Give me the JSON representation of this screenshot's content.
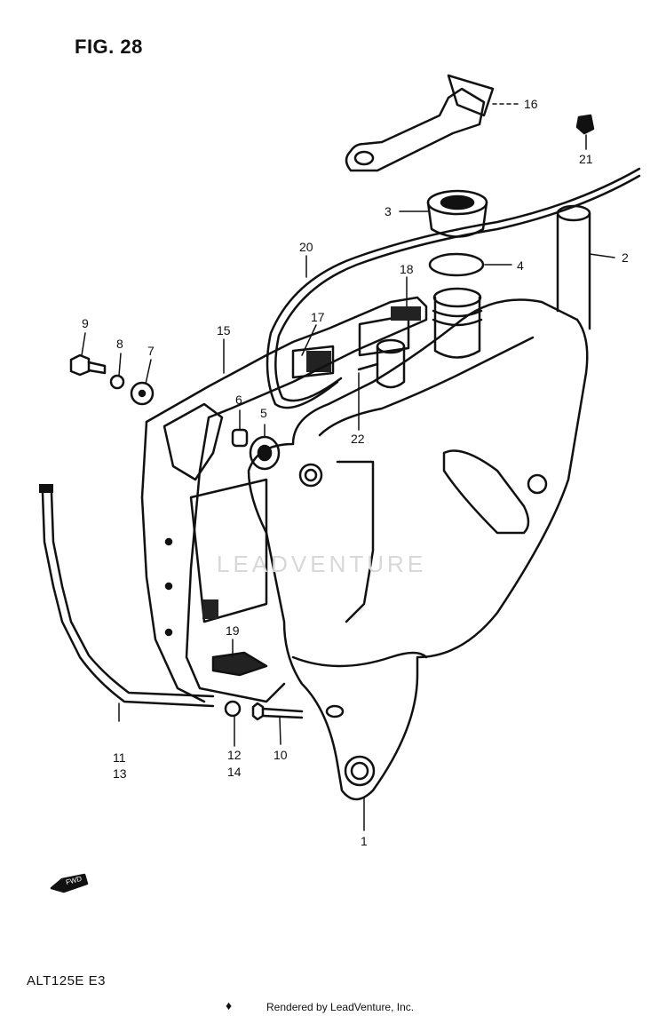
{
  "figure": {
    "title": "FIG. 28"
  },
  "model_code": "ALT125E E3",
  "footer": {
    "rendered_by": "Rendered by LeadVenture, Inc."
  },
  "watermark": "LEADVENTURE",
  "fwd_label": "FWD",
  "callouts": [
    {
      "id": "c1",
      "text": "1"
    },
    {
      "id": "c2",
      "text": "2"
    },
    {
      "id": "c3",
      "text": "3"
    },
    {
      "id": "c4",
      "text": "4"
    },
    {
      "id": "c5",
      "text": "5"
    },
    {
      "id": "c6",
      "text": "6"
    },
    {
      "id": "c7",
      "text": "7"
    },
    {
      "id": "c8",
      "text": "8"
    },
    {
      "id": "c9",
      "text": "9"
    },
    {
      "id": "c10",
      "text": "10"
    },
    {
      "id": "c11",
      "text": "11"
    },
    {
      "id": "c12",
      "text": "12"
    },
    {
      "id": "c13",
      "text": "13"
    },
    {
      "id": "c14",
      "text": "14"
    },
    {
      "id": "c15",
      "text": "15"
    },
    {
      "id": "c16",
      "text": "16"
    },
    {
      "id": "c17",
      "text": "17"
    },
    {
      "id": "c18",
      "text": "18"
    },
    {
      "id": "c19",
      "text": "19"
    },
    {
      "id": "c20",
      "text": "20"
    },
    {
      "id": "c21",
      "text": "21"
    },
    {
      "id": "c22",
      "text": "22"
    }
  ]
}
